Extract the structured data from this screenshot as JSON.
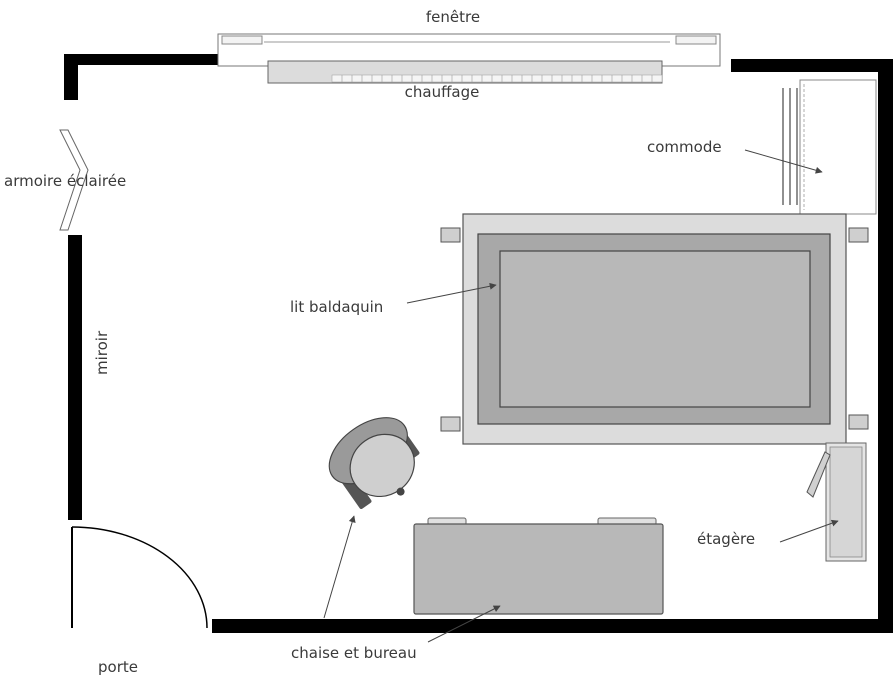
{
  "labels": {
    "window": "fenêtre",
    "heating": "chauffage",
    "dresser": "commode",
    "wardrobe": "armoire éclairée",
    "canopy_bed": "lit baldaquin",
    "mirror": "miroir",
    "shelf": "étagère",
    "chair_desk": "chaise et bureau",
    "door": "porte"
  },
  "colors": {
    "wall": "#000000",
    "furniture_light": "#d6d6d6",
    "furniture_mid": "#a8a8a8",
    "outline": "#555555",
    "text": "#3a3a3a"
  }
}
